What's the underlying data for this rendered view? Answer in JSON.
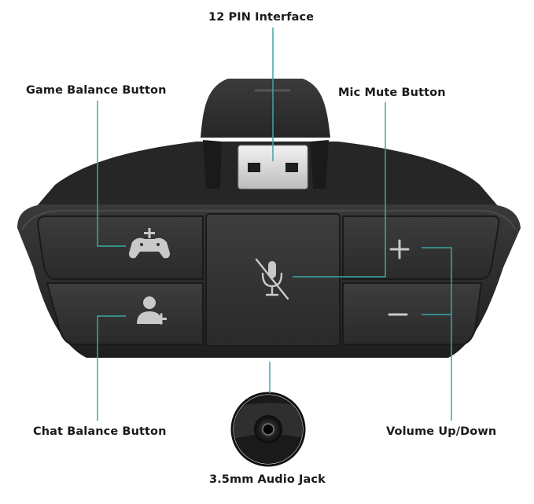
{
  "labels": {
    "pin_interface": "12 PIN Interface",
    "game_balance": "Game Balance Button",
    "mic_mute": "Mic Mute Button",
    "chat_balance": "Chat Balance Button",
    "volume": "Volume Up/Down",
    "audio_jack": "3.5mm Audio Jack"
  },
  "colors": {
    "leader_line": "#3aa8a8",
    "device_body": "#2b2b2b",
    "button_face": "#333333",
    "icon": "#c9c9c9"
  },
  "icons": {
    "game_balance": "controller-plus-icon",
    "chat_balance": "person-plus-icon",
    "mic_mute": "mic-muted-icon",
    "volume_up": "plus-icon",
    "volume_down": "minus-icon"
  }
}
